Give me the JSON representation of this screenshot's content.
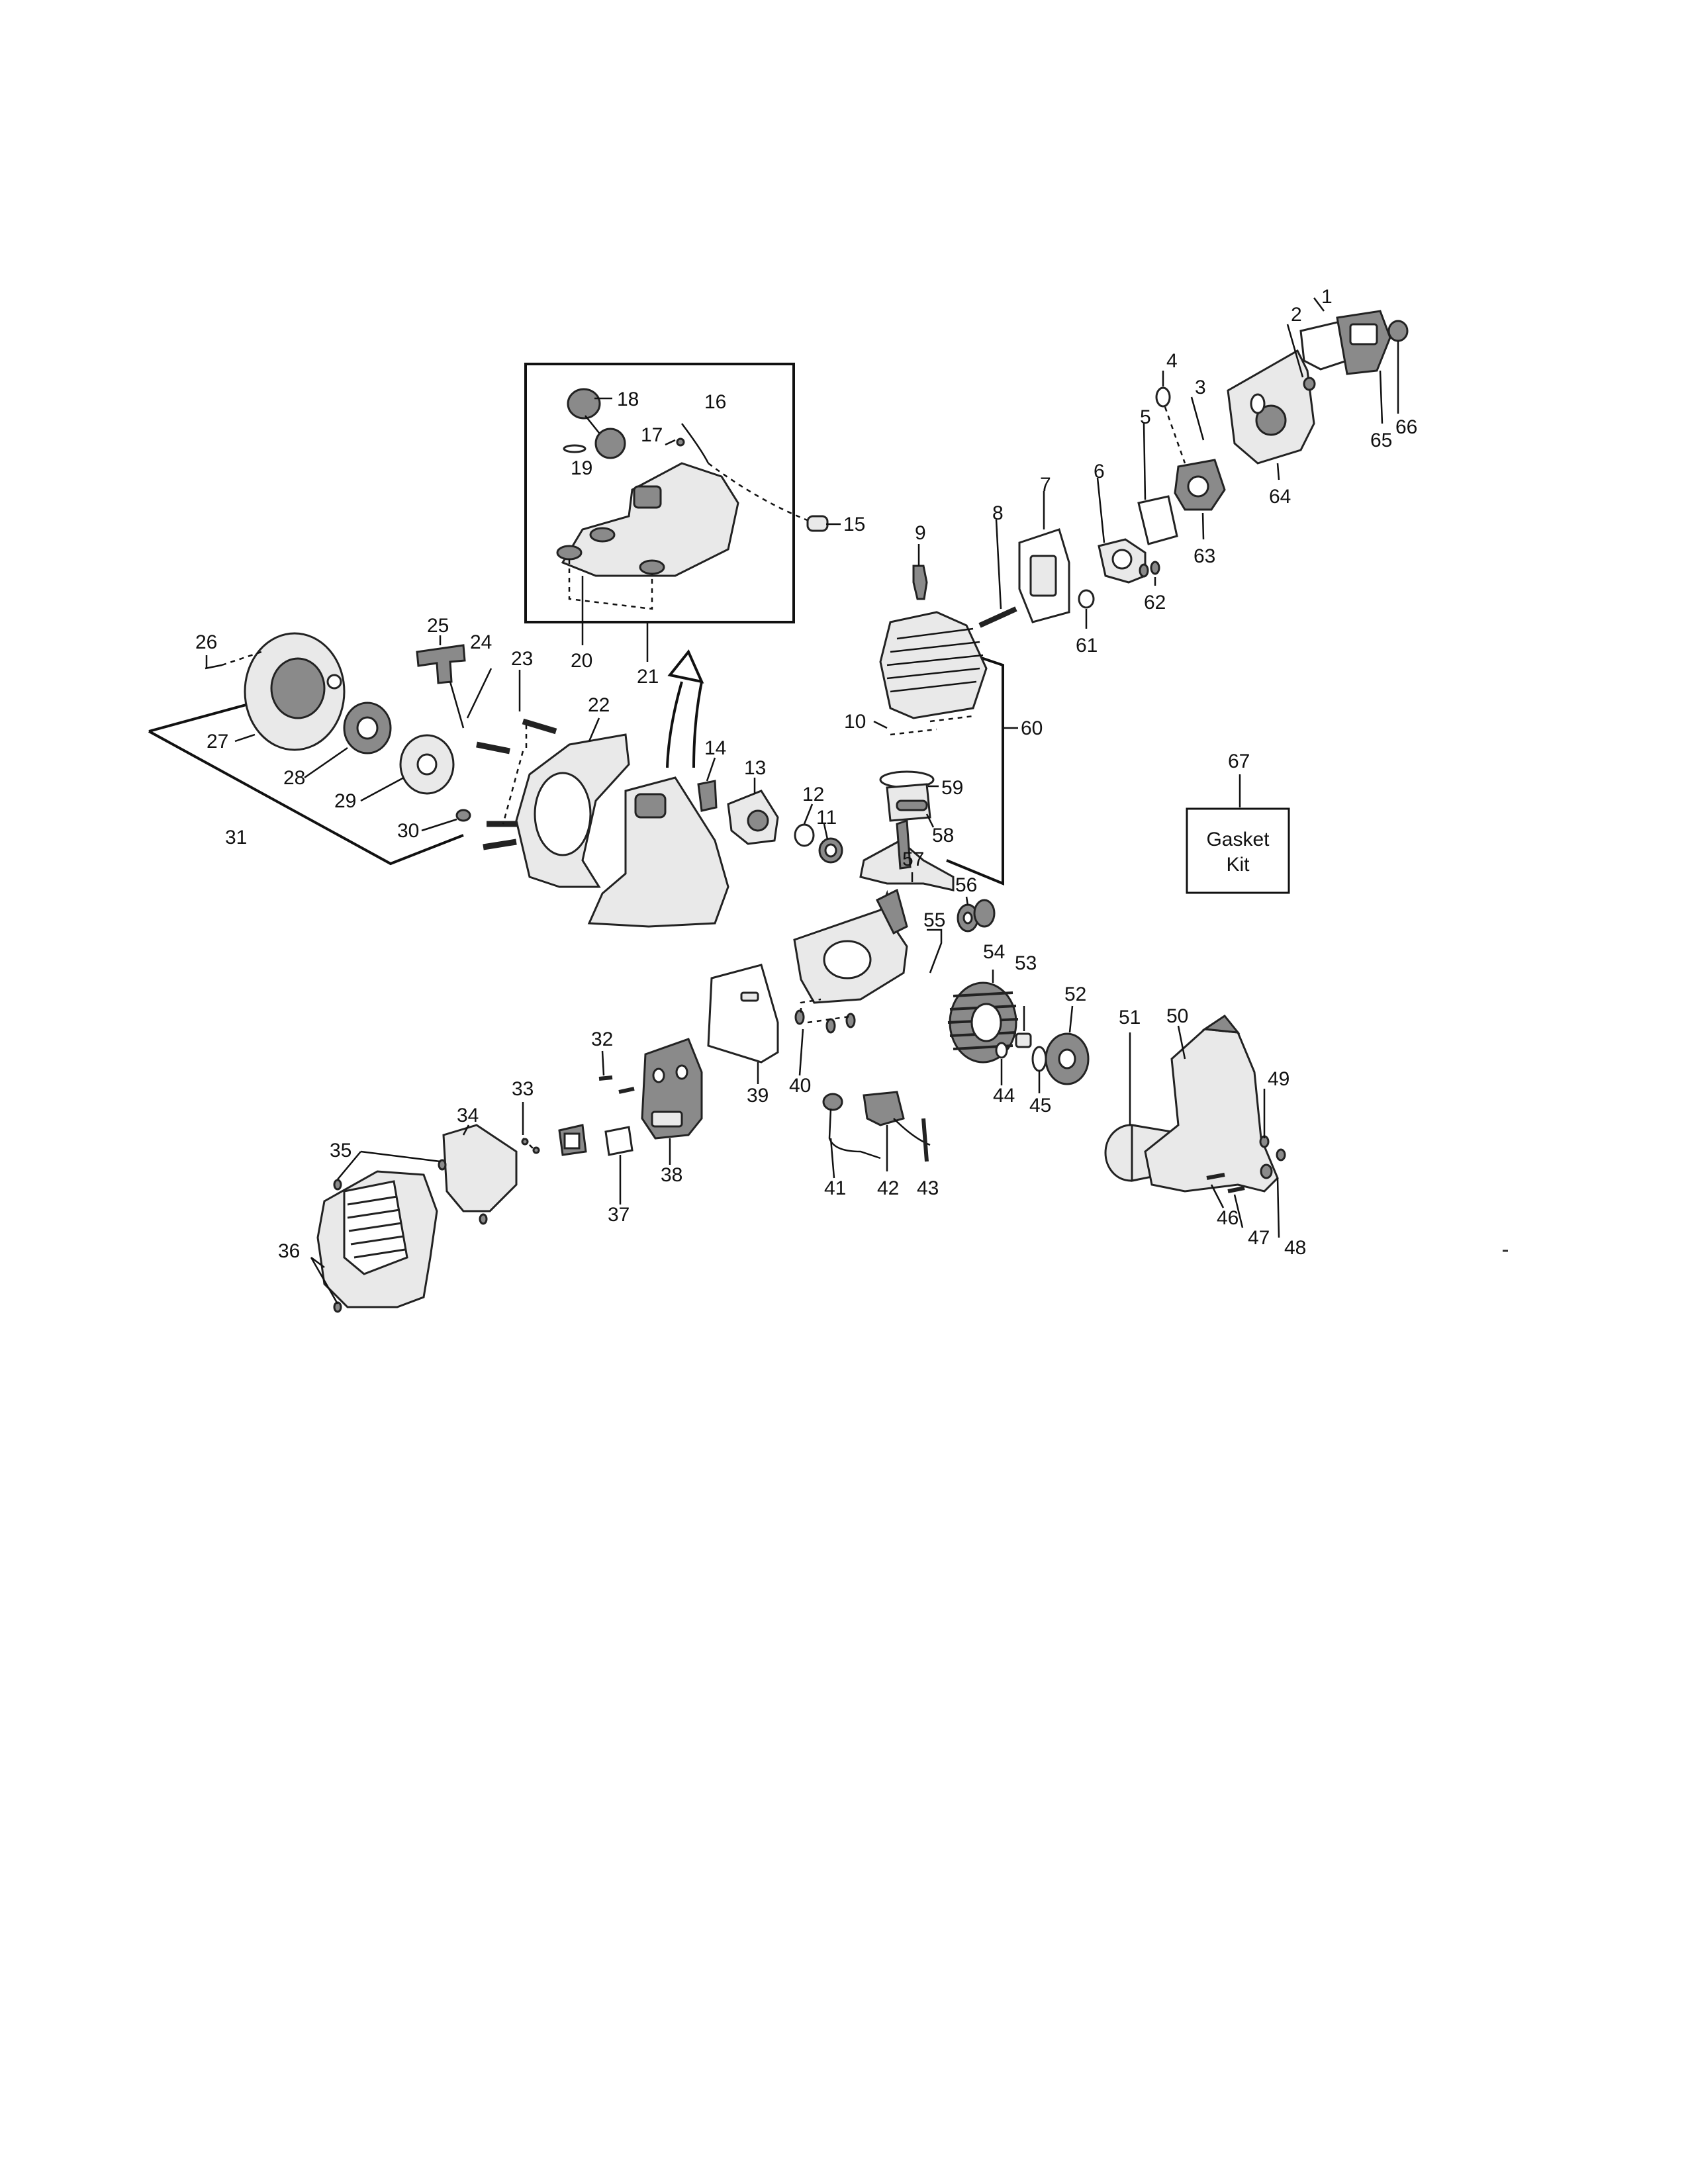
{
  "parts": [
    "1",
    "2",
    "3",
    "4",
    "5",
    "6",
    "7",
    "8",
    "9",
    "10",
    "11",
    "12",
    "13",
    "14",
    "15",
    "16",
    "17",
    "18",
    "19",
    "20",
    "21",
    "22",
    "23",
    "24",
    "25",
    "26",
    "27",
    "28",
    "29",
    "30",
    "31",
    "32",
    "33",
    "34",
    "35",
    "36",
    "37",
    "38",
    "39",
    "40",
    "41",
    "42",
    "43",
    "44",
    "45",
    "46",
    "47",
    "48",
    "49",
    "50",
    "51",
    "52",
    "53",
    "54",
    "55",
    "56",
    "57",
    "58",
    "59",
    "60",
    "61",
    "62",
    "63",
    "64",
    "65",
    "66",
    "67"
  ],
  "kit_box": {
    "line1": "Gasket",
    "line2": "Kit"
  }
}
